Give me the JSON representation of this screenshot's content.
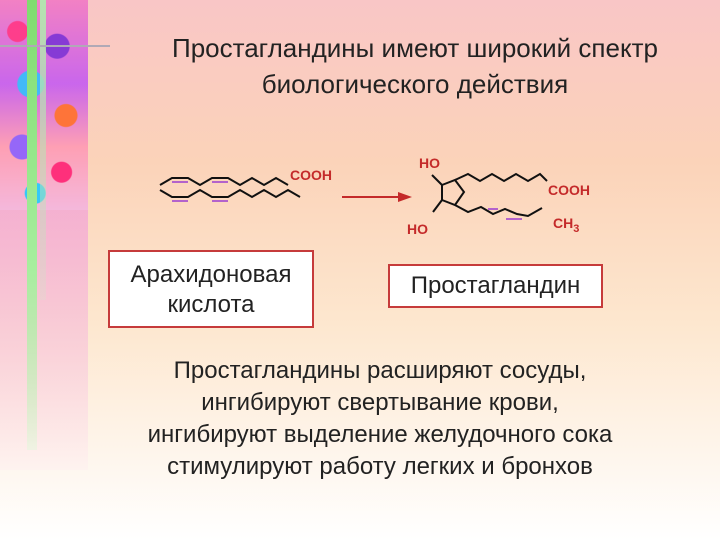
{
  "title_lines": [
    "Простагландины имеют широкий спектр",
    "биологического действия"
  ],
  "diagram": {
    "arachidonic_acid_group": "COOH",
    "prostaglandin_top_group": "HO",
    "prostaglandin_bottom_group": "HO",
    "prostaglandin_acid_group": "COOH",
    "prostaglandin_methyl_text": "CH",
    "prostaglandin_methyl_sub": "3"
  },
  "labels": {
    "arachidonic_acid_line1": "Арахидоновая",
    "arachidonic_acid_line2": "кислота",
    "prostaglandin": "Простагландин"
  },
  "body_lines": [
    "Простагландины расширяют сосуды,",
    "ингибируют свертывание крови,",
    "ингибируют выделение желудочного сока",
    "стимулируют работу легких и бронхов"
  ],
  "colors": {
    "accent_red": "#c42a2a",
    "text": "#222222"
  }
}
